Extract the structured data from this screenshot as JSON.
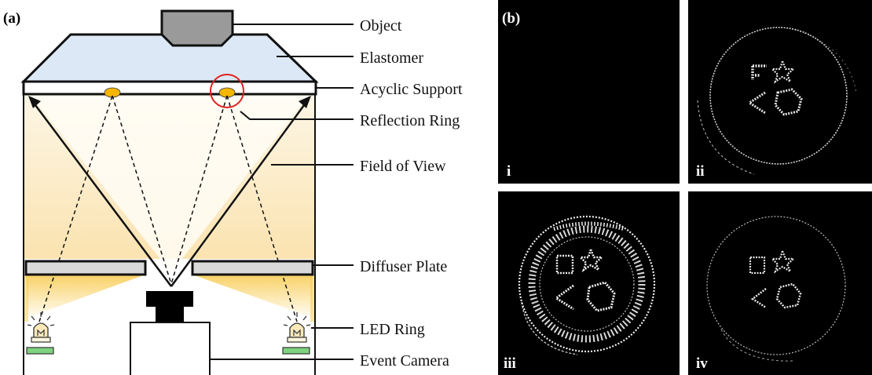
{
  "panel_a": {
    "label": "(a)",
    "callouts": {
      "object": "Object",
      "elastomer": "Elastomer",
      "acyclic_support": "Acyclic Support",
      "reflection_ring": "Reflection Ring",
      "field_of_view": "Field of View",
      "diffuser_plate": "Diffuser Plate",
      "led_ring": "LED Ring",
      "event_camera": "Event Camera"
    }
  },
  "panel_b": {
    "label": "(b)",
    "subpanels": [
      "i",
      "ii",
      "iii",
      "iv"
    ]
  },
  "colors": {
    "elastomer": "#dce8f5",
    "object": "#9a9a9a",
    "reflector": "#f6b600",
    "highlight_circle": "#e02020",
    "led_base": "#7fd37f",
    "light_glow": "#f7c94a",
    "event_bg": "#000000"
  }
}
